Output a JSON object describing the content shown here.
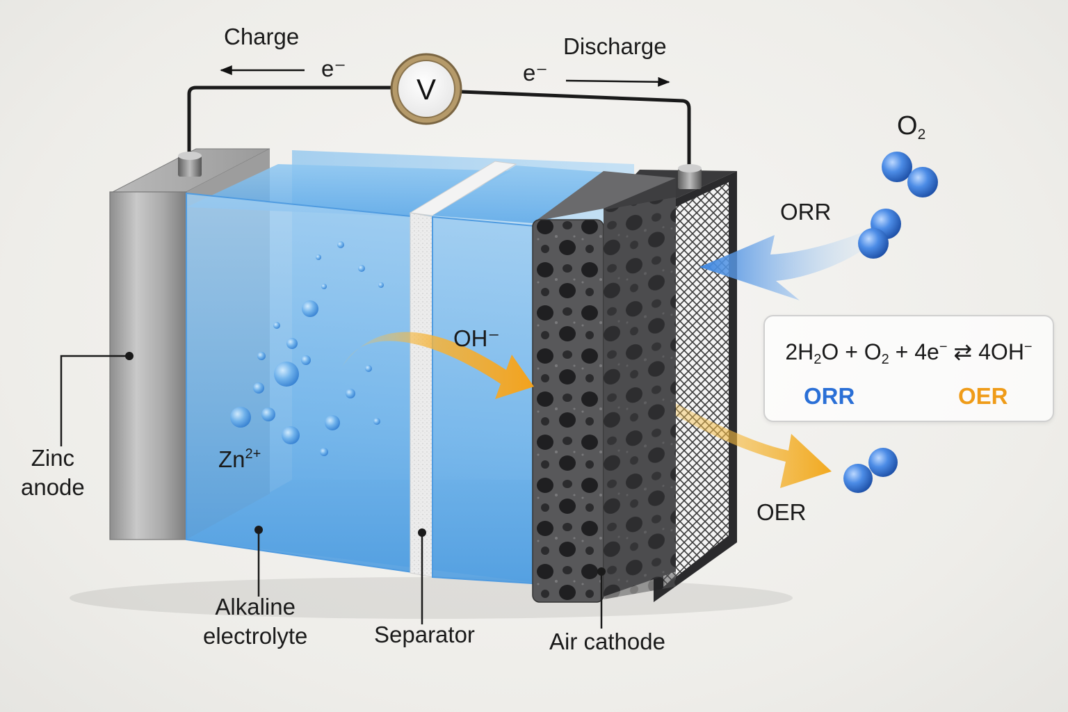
{
  "circuit": {
    "charge_label": "Charge",
    "discharge_label": "Discharge",
    "electron_left": "e⁻",
    "electron_right": "e⁻",
    "voltmeter_symbol": "V"
  },
  "oxygen": {
    "label_base": "O",
    "label_subscript": "2"
  },
  "reactions": {
    "orr_arrow_label": "ORR",
    "oer_arrow_label": "OER"
  },
  "ions": {
    "hydroxide_label": "OH⁻",
    "zinc_base": "Zn",
    "zinc_charge": "2+"
  },
  "components": {
    "zinc_anode_line1": "Zinc",
    "zinc_anode_line2": "anode",
    "electrolyte_line1": "Alkaline",
    "electrolyte_line2": "electrolyte",
    "separator": "Separator",
    "air_cathode": "Air cathode"
  },
  "equation": {
    "coef_water": "2H",
    "water_sub": "2",
    "water_tail": "O + O",
    "o2_sub": "2",
    "electrons": " + 4e",
    "electron_sup": "−",
    "arrow": " ⇄ ",
    "product": "4OH",
    "product_sup": "−",
    "orr_label": "ORR",
    "oer_label": "OER"
  },
  "colors": {
    "electrolyte_blue": "#5aa8e6",
    "orr_blue": "#2a6fd6",
    "oer_orange": "#ef9b18",
    "cathode_gray": "#4a4a4c",
    "molecule_blue": "#2f6fd0"
  }
}
